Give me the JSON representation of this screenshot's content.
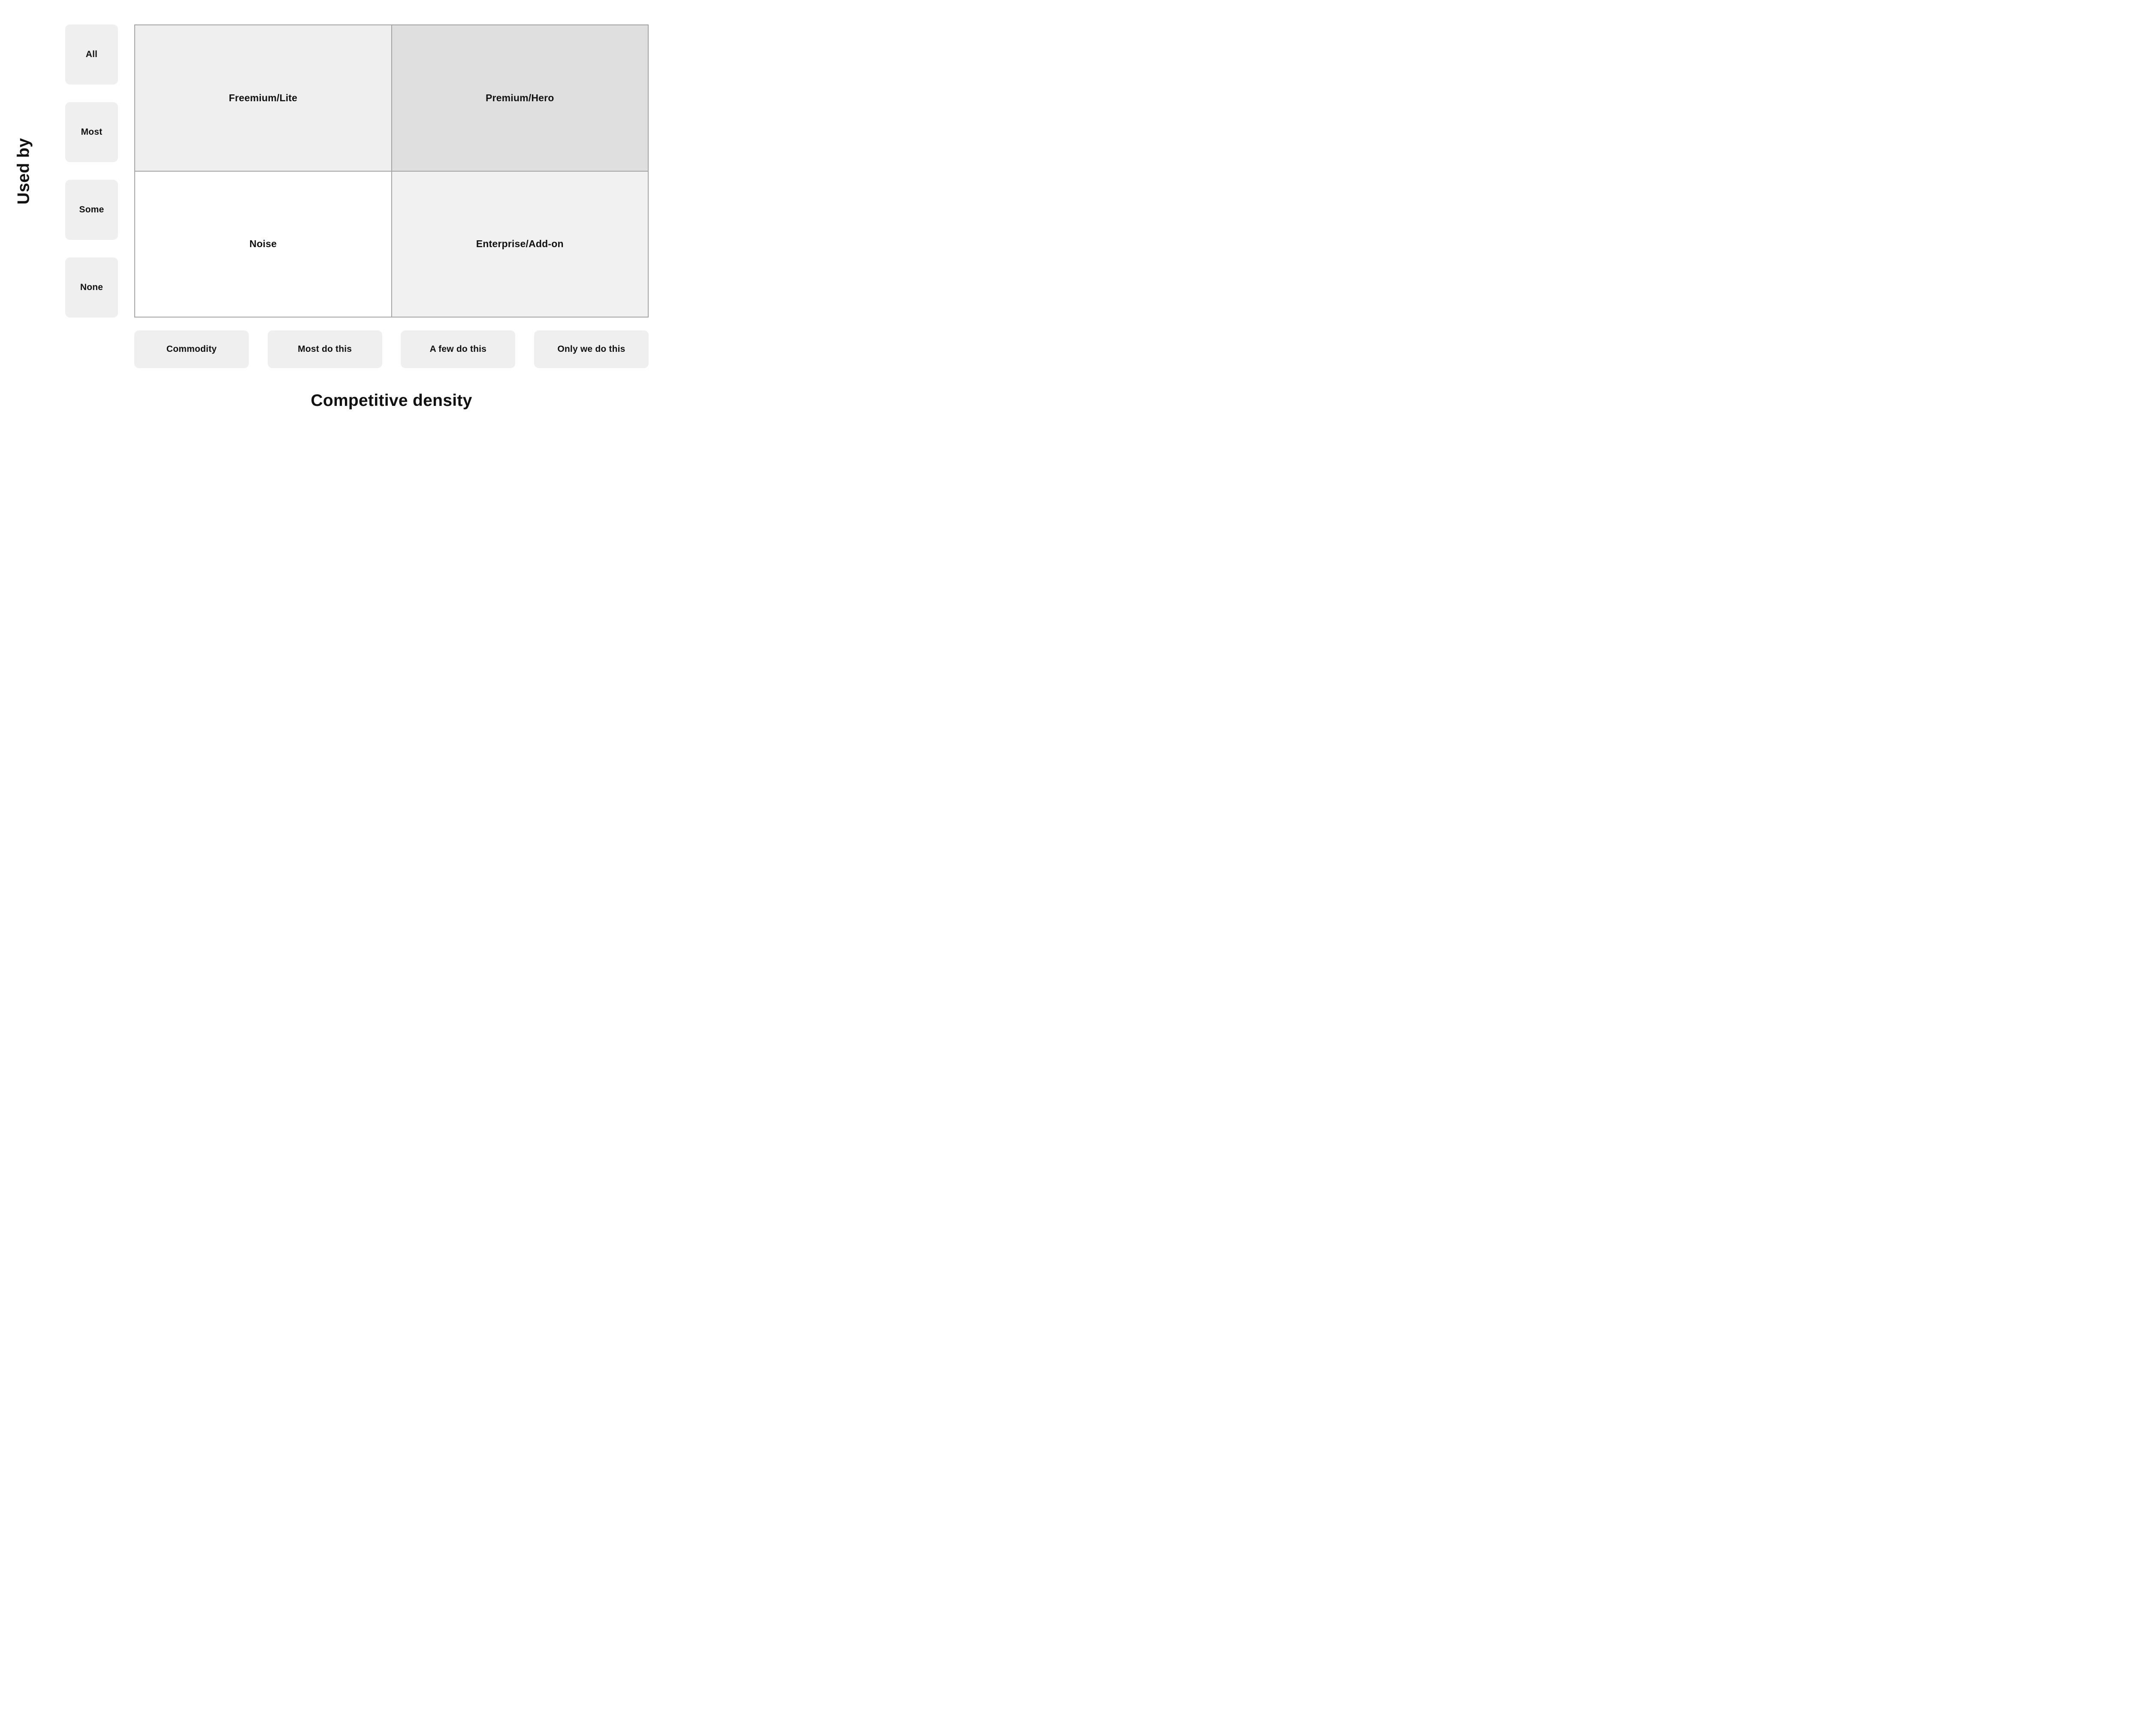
{
  "diagram": {
    "y_axis": {
      "title": "Used by",
      "labels": [
        "All",
        "Most",
        "Some",
        "None"
      ]
    },
    "x_axis": {
      "title": "Competitive density",
      "labels": [
        "Commodity",
        "Most do this",
        "A few do this",
        "Only we do this"
      ]
    },
    "quadrants": {
      "top_left": {
        "label": "Freemium/Lite",
        "bg": "#efefef"
      },
      "top_right": {
        "label": "Premium/Hero",
        "bg": "#dfdfdf"
      },
      "bottom_left": {
        "label": "Noise",
        "bg": "#ffffff"
      },
      "bottom_right": {
        "label": "Enterprise/Add-on",
        "bg": "#f1f1f1"
      }
    },
    "colors": {
      "pill_bg": "#efefef",
      "grid_border": "#a3a3a3",
      "text": "#111111",
      "page_bg": "#ffffff"
    }
  }
}
